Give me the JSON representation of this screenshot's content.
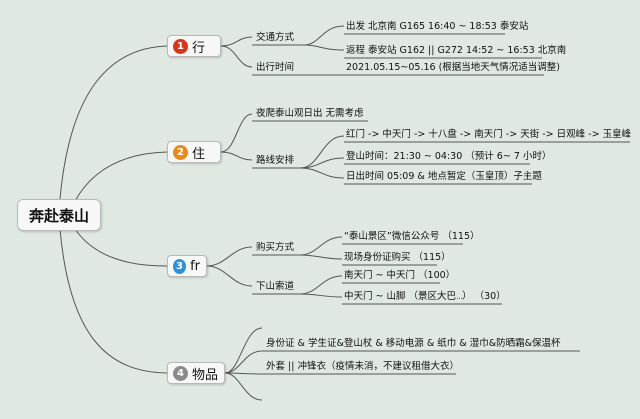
{
  "root": "奔赴泰山",
  "colors": {
    "badge1": "#d9351c",
    "badge2": "#e8891c",
    "badge3": "#2f8fd8",
    "badge4": "#8a8a8a",
    "line": "#555555"
  },
  "branches": [
    {
      "num": "1",
      "label": "行",
      "children": [
        {
          "label": "交通方式",
          "leaves": [
            "出发 北京南 G165 16:40 ~ 18:53 泰安站",
            "返程 泰安站 G162 || G272 14:52 ~ 16:53 北京南"
          ]
        },
        {
          "label": "出行时间",
          "leaves": [
            "2021.05.15~05.16 (根据当地天气情况适当调整)"
          ]
        }
      ]
    },
    {
      "num": "2",
      "label": "住",
      "children": [
        {
          "label": "夜爬泰山观日出 无需考虑",
          "leaves": []
        },
        {
          "label": "路线安排",
          "leaves": [
            "红门 -> 中天门 -> 十八盘 -> 南天门 -> 天街 -> 日观峰 -> 玉皇峰",
            "登山时间：21:30 ~ 04:30 （预计 6~ 7 小时）",
            "日出时间 05:09 & 地点暂定（玉皇顶）子主题"
          ]
        }
      ]
    },
    {
      "num": "3",
      "label": "fr",
      "children": [
        {
          "label": "购买方式",
          "leaves": [
            "“泰山景区”微信公众号 （115）",
            "现场身份证购买 （115）"
          ]
        },
        {
          "label": "下山索道",
          "leaves": [
            "南天门 ~ 中天门 （100）",
            "中天门 ~ 山脚 （景区大巴",
            "） （30）"
          ]
        }
      ]
    },
    {
      "num": "4",
      "label": "物品",
      "children": [
        {
          "label": "",
          "leaves": []
        },
        {
          "label": "身份证 & 学生证&登山杖 & 移动电源 & 纸巾 & 湿巾&防晒霜&保温杯",
          "leaves": []
        },
        {
          "label": "外套 || 冲锋衣（疫情未消，不建议租借大衣）",
          "leaves": []
        },
        {
          "label": "",
          "leaves": []
        }
      ]
    }
  ]
}
